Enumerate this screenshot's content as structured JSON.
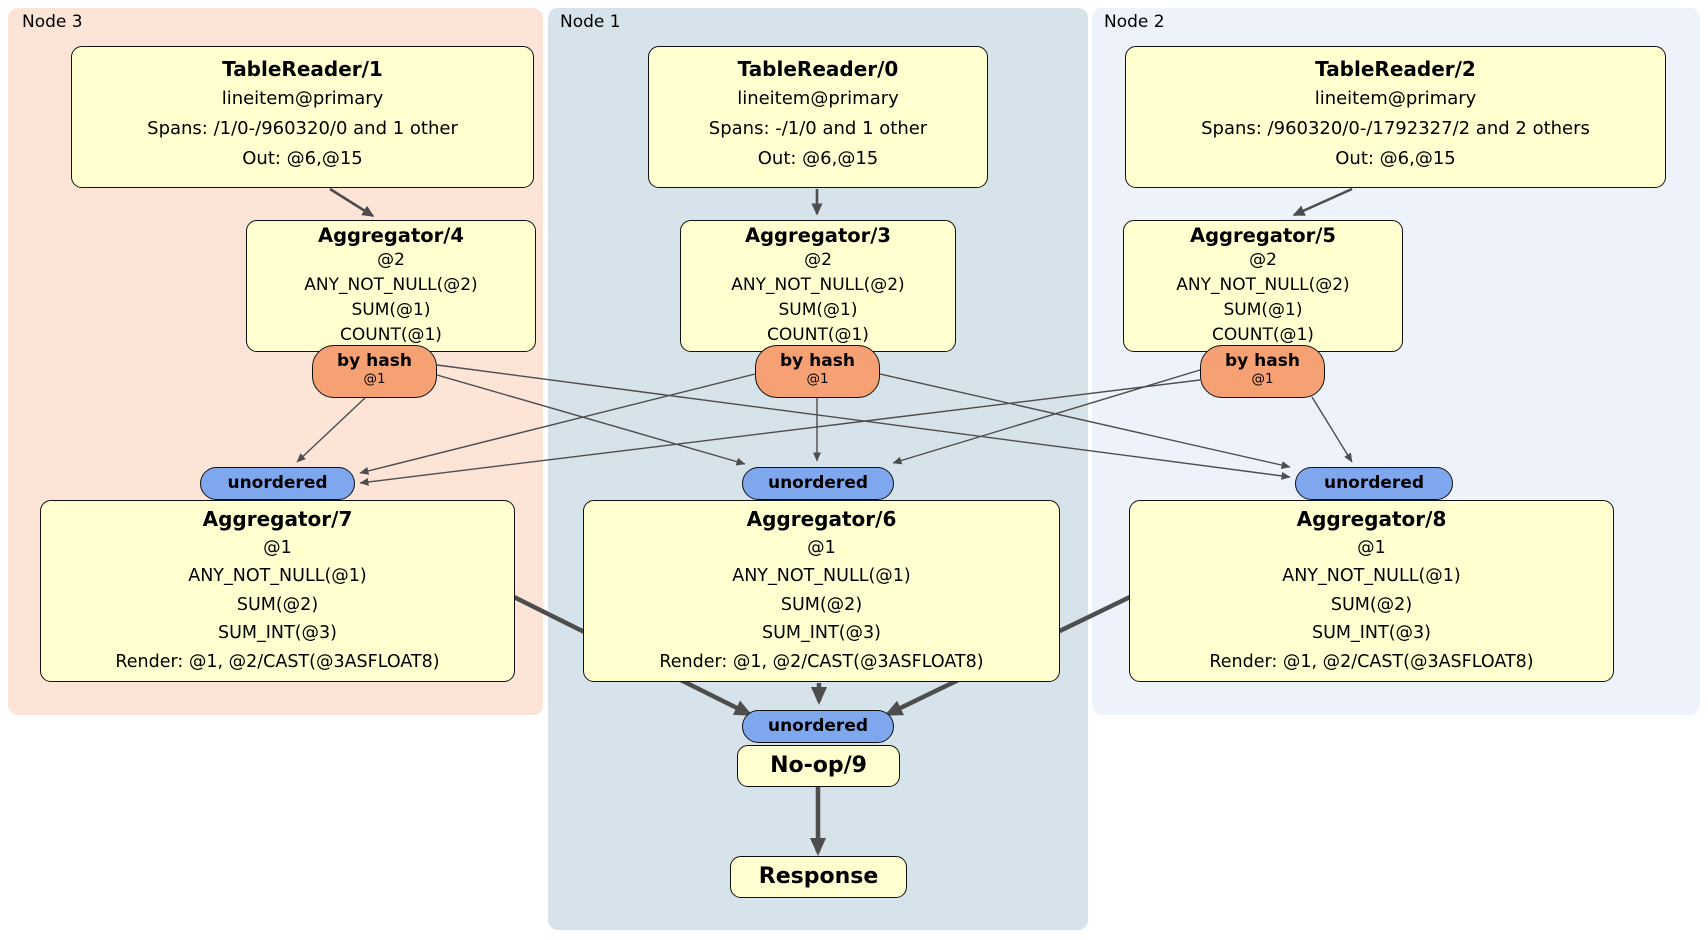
{
  "diagram_type": "distributed-sql-physical-plan",
  "colors": {
    "node3_region_bg": "#fce4d6",
    "node1_region_bg": "#d6e3ea",
    "node2_region_bg": "#eef2fb",
    "processor_box_bg": "#ffffcf",
    "hash_router_bg": "#f5a173",
    "unordered_sync_bg": "#7fa7ee",
    "edge_color": "#4d4d4d"
  },
  "regions": [
    {
      "label": "Node 3"
    },
    {
      "label": "Node 1"
    },
    {
      "label": "Node 2"
    }
  ],
  "processors": {
    "tr1": {
      "title": "TableReader/1",
      "lines": [
        "lineitem@primary",
        "Spans: /1/0-/960320/0 and 1 other",
        "Out: @6,@15"
      ]
    },
    "agg4": {
      "title": "Aggregator/4",
      "lines": [
        "@2",
        "ANY_NOT_NULL(@2)",
        "SUM(@1)",
        "COUNT(@1)"
      ]
    },
    "agg7": {
      "title": "Aggregator/7",
      "lines": [
        "@1",
        "ANY_NOT_NULL(@1)",
        "SUM(@2)",
        "SUM_INT(@3)",
        "Render: @1, @2/CAST(@3ASFLOAT8)"
      ]
    },
    "tr0": {
      "title": "TableReader/0",
      "lines": [
        "lineitem@primary",
        "Spans: -/1/0 and 1 other",
        "Out: @6,@15"
      ]
    },
    "agg3": {
      "title": "Aggregator/3",
      "lines": [
        "@2",
        "ANY_NOT_NULL(@2)",
        "SUM(@1)",
        "COUNT(@1)"
      ]
    },
    "agg6": {
      "title": "Aggregator/6",
      "lines": [
        "@1",
        "ANY_NOT_NULL(@1)",
        "SUM(@2)",
        "SUM_INT(@3)",
        "Render: @1, @2/CAST(@3ASFLOAT8)"
      ]
    },
    "tr2": {
      "title": "TableReader/2",
      "lines": [
        "lineitem@primary",
        "Spans: /960320/0-/1792327/2 and 2 others",
        "Out: @6,@15"
      ]
    },
    "agg5": {
      "title": "Aggregator/5",
      "lines": [
        "@2",
        "ANY_NOT_NULL(@2)",
        "SUM(@1)",
        "COUNT(@1)"
      ]
    },
    "agg8": {
      "title": "Aggregator/8",
      "lines": [
        "@1",
        "ANY_NOT_NULL(@1)",
        "SUM(@2)",
        "SUM_INT(@3)",
        "Render: @1, @2/CAST(@3ASFLOAT8)"
      ]
    },
    "noop": {
      "title": "No-op/9"
    },
    "response": {
      "title": "Response"
    }
  },
  "routers": {
    "by_hash": {
      "label": "by hash",
      "key": "@1"
    },
    "unordered": {
      "label": "unordered"
    }
  }
}
